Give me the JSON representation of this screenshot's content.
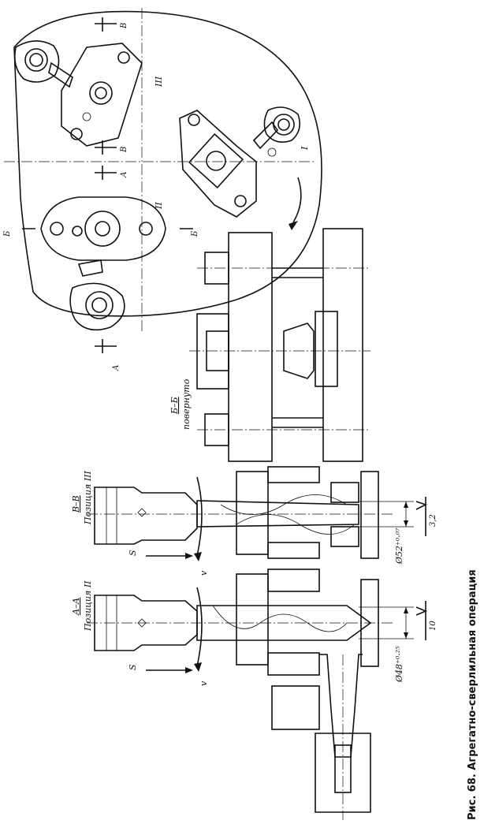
{
  "caption": "Рис. 68. Агрегатно-сверлильная операция",
  "plan": {
    "positions": [
      "I",
      "II",
      "III"
    ],
    "section_marks": [
      "А",
      "А",
      "Б",
      "Б",
      "В",
      "В"
    ]
  },
  "section_bb": {
    "title": "Б–Б",
    "subtitle": "повернуто"
  },
  "section_aa": {
    "title": "А–А",
    "subtitle": "Позиция II",
    "feed": "S",
    "speed": "v",
    "diameter": "Ø48⁺⁰·²⁵",
    "roughness": "10"
  },
  "section_vv": {
    "title": "В–В",
    "subtitle": "Позиция III",
    "feed": "S",
    "speed": "v",
    "diameter": "Ø52⁺⁰·⁰⁷",
    "roughness": "3,2"
  }
}
